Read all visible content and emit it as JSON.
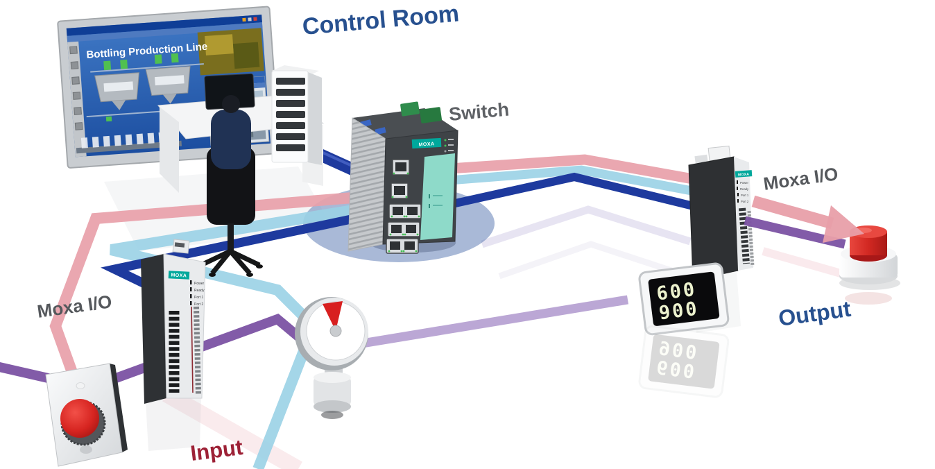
{
  "diagram": {
    "title_labels": {
      "control_room": "Control Room",
      "switch": "Switch",
      "moxa_io_left": "Moxa I/O",
      "moxa_io_right": "Moxa I/O",
      "input": "Input",
      "output": "Output"
    },
    "scada": {
      "title": "Bottling Production Line"
    },
    "brand": "MOXA",
    "display": {
      "line1": "600",
      "line2": "900"
    },
    "io_leds": [
      "Power",
      "Ready",
      "Port 1",
      "Port 2"
    ],
    "colors": {
      "flow_navy": "#1E3A9E",
      "flow_cyan": "#9AD2E6",
      "flow_pink": "#E89FA9",
      "flow_purple": "#7B52A3",
      "label_blue": "#27508F",
      "label_red": "#9D2136",
      "label_gray": "#55585C",
      "moxa_teal": "#00A89C",
      "switch_panel_mint": "#8EDAC9",
      "display_digits": "#ECF2CE",
      "alarm_red": "#D22822"
    }
  }
}
